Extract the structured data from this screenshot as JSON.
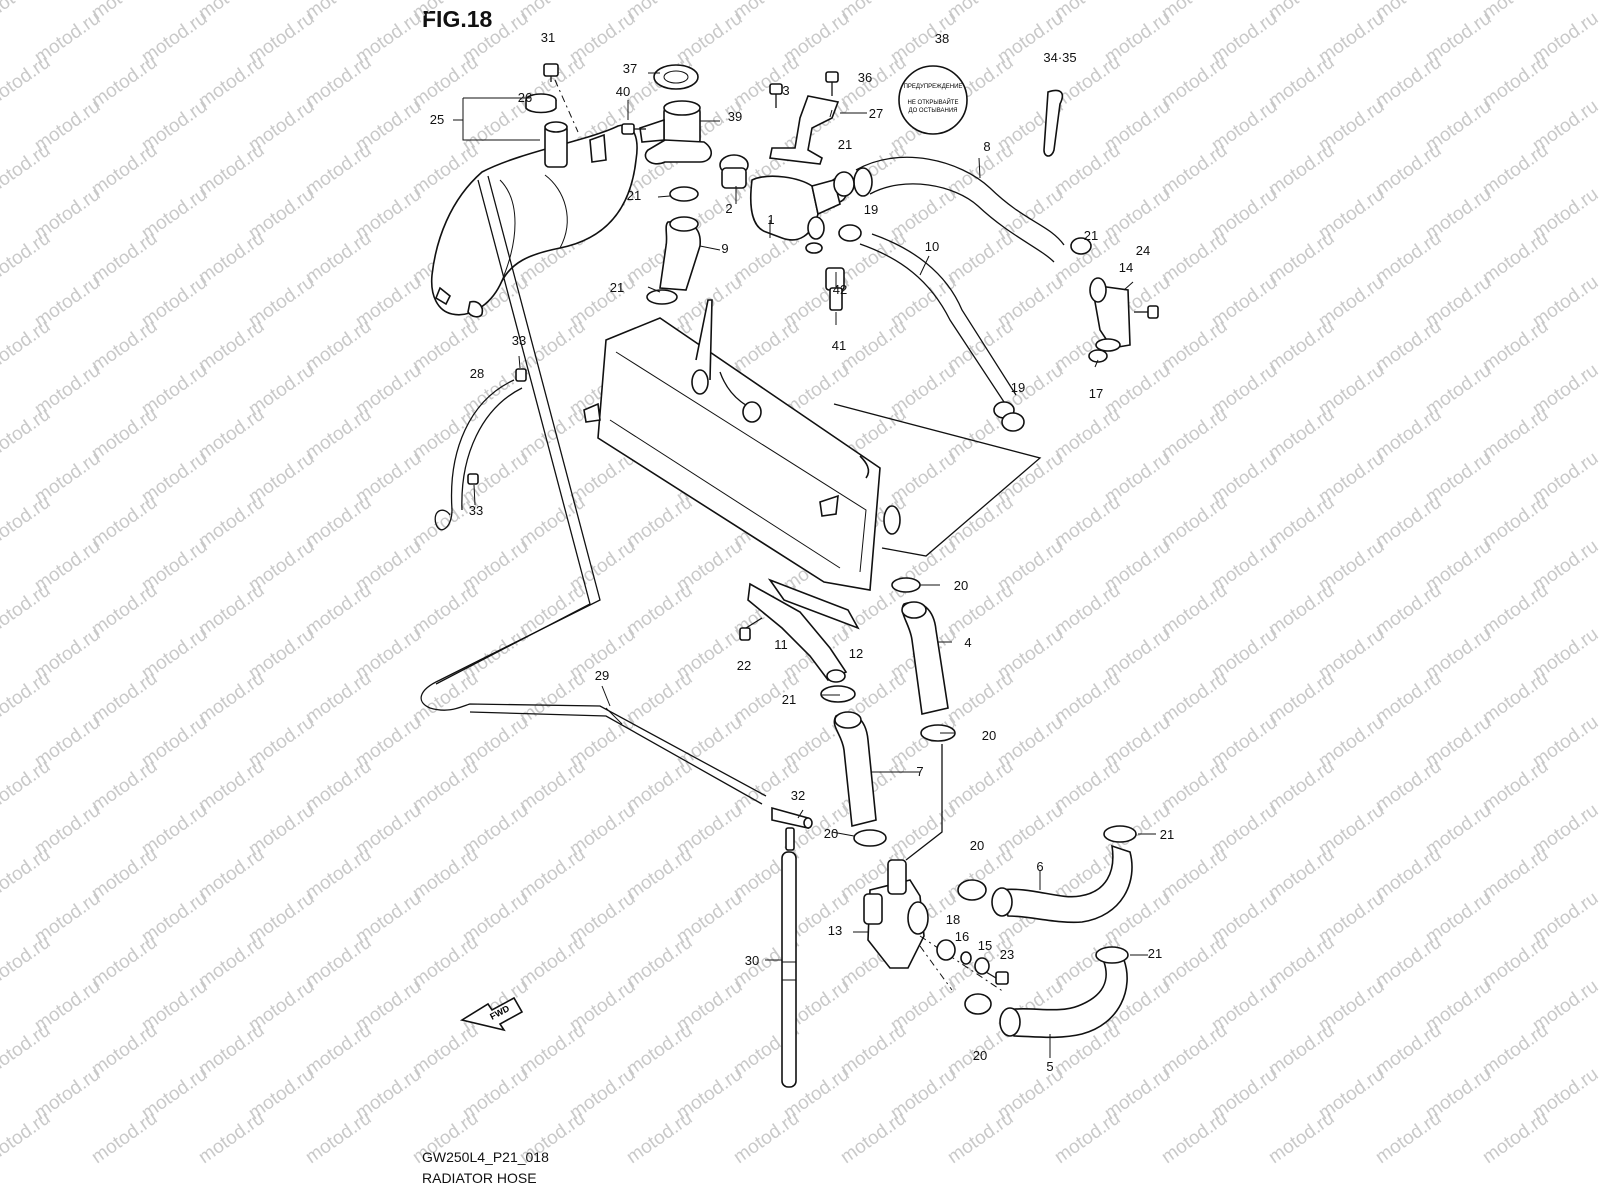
{
  "figure": {
    "title": "FIG.18",
    "drawing_id": "GW250L4_P21_018",
    "drawing_name": "RADIATOR HOSE"
  },
  "watermark": {
    "text": "motod.ru"
  },
  "direction_arrow": {
    "label": "FWD"
  },
  "cap_label": {
    "heading": "ПРЕДУПРЕЖДЕНИЕ",
    "line1": "НЕ ОТКРЫВАЙТЕ",
    "line2": "ДО ОСТЫВАНИЯ"
  },
  "callouts": [
    "31",
    "37",
    "40",
    "3",
    "36",
    "38",
    "34·35",
    "26",
    "25",
    "39",
    "27",
    "21",
    "8",
    "2",
    "21",
    "1",
    "19",
    "10",
    "9",
    "21",
    "24",
    "14",
    "21",
    "42",
    "17",
    "41",
    "33",
    "28",
    "19",
    "33",
    "20",
    "4",
    "11",
    "12",
    "22",
    "29",
    "21",
    "20",
    "7",
    "32",
    "20",
    "20",
    "21",
    "6",
    "18",
    "16",
    "15",
    "23",
    "13",
    "30",
    "21",
    "20",
    "5"
  ]
}
